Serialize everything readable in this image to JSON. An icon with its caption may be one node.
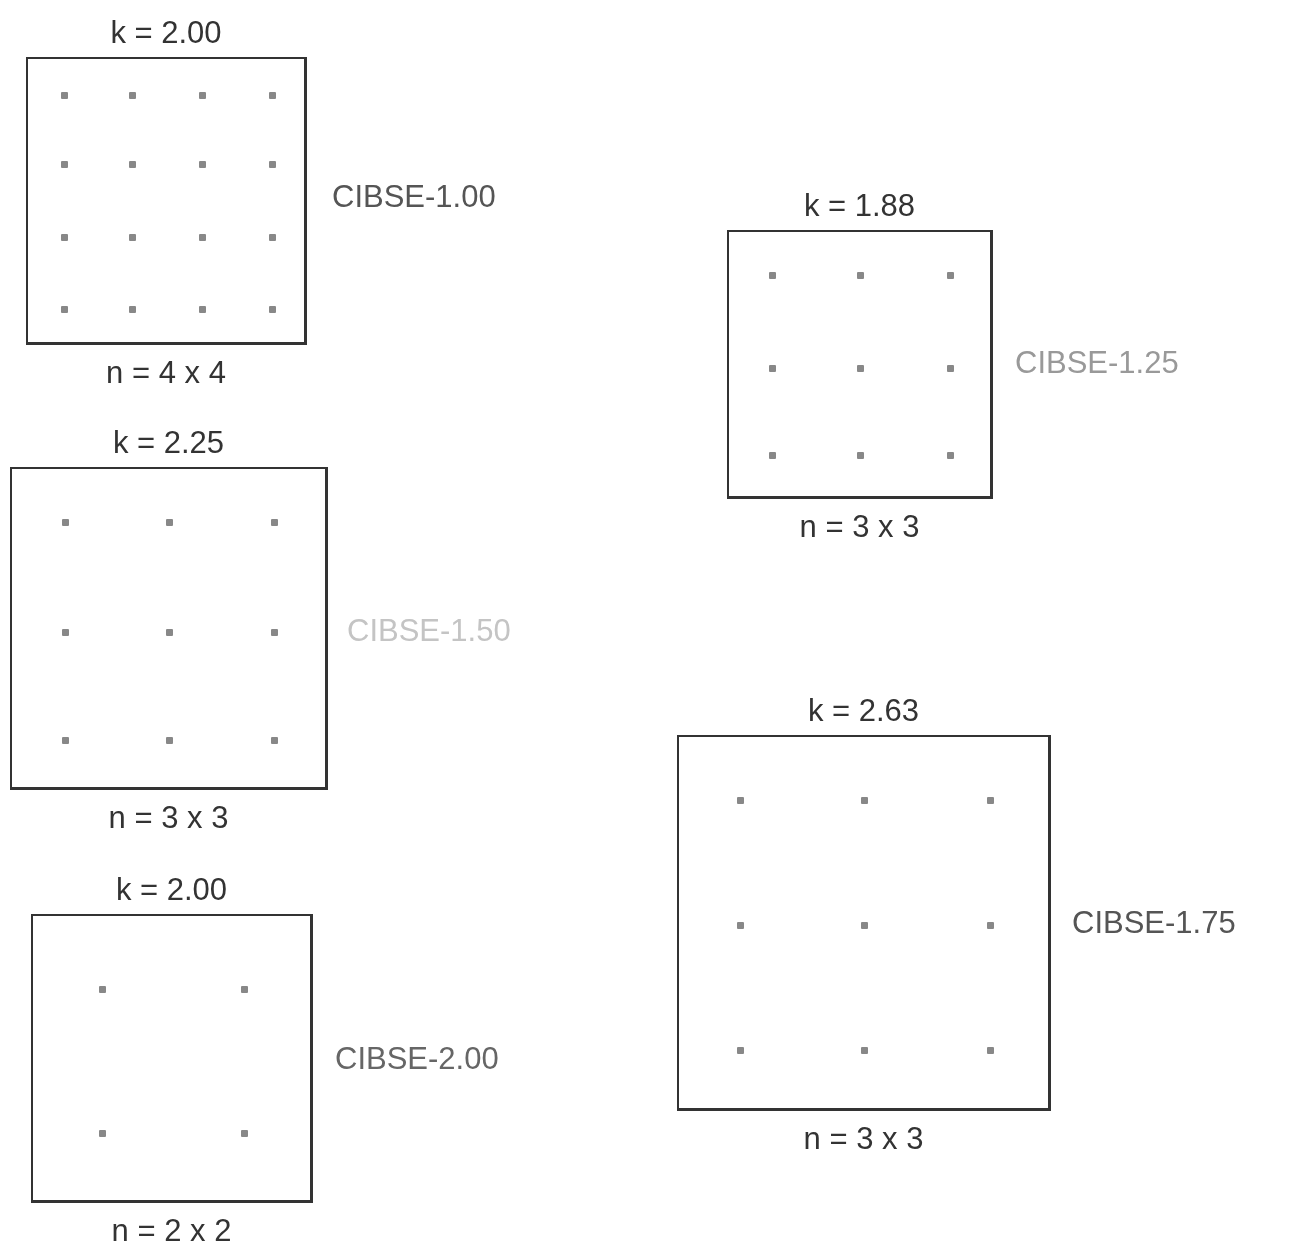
{
  "diagram": {
    "nodes": [
      {
        "text": [
          "k = 2.00",
          "n = 4 x 4"
        ],
        "beside": [
          "CIBSE-1.00"
        ]
      },
      {
        "text": [
          "k = 2.25",
          "n = 3 x 3"
        ],
        "beside": [
          "CIBSE-1.50"
        ]
      },
      {
        "text": [
          "k = 2.00",
          "n = 2 x 2"
        ],
        "beside": [
          "CIBSE-2.00"
        ]
      },
      {
        "text": [
          "k = 1.88",
          "n = 3 x 3"
        ],
        "beside": [
          "CIBSE-1.25"
        ]
      },
      {
        "text": [
          "k = 2.63",
          "n = 3 x 3"
        ],
        "beside": [
          "CIBSE-1.75"
        ]
      }
    ]
  }
}
